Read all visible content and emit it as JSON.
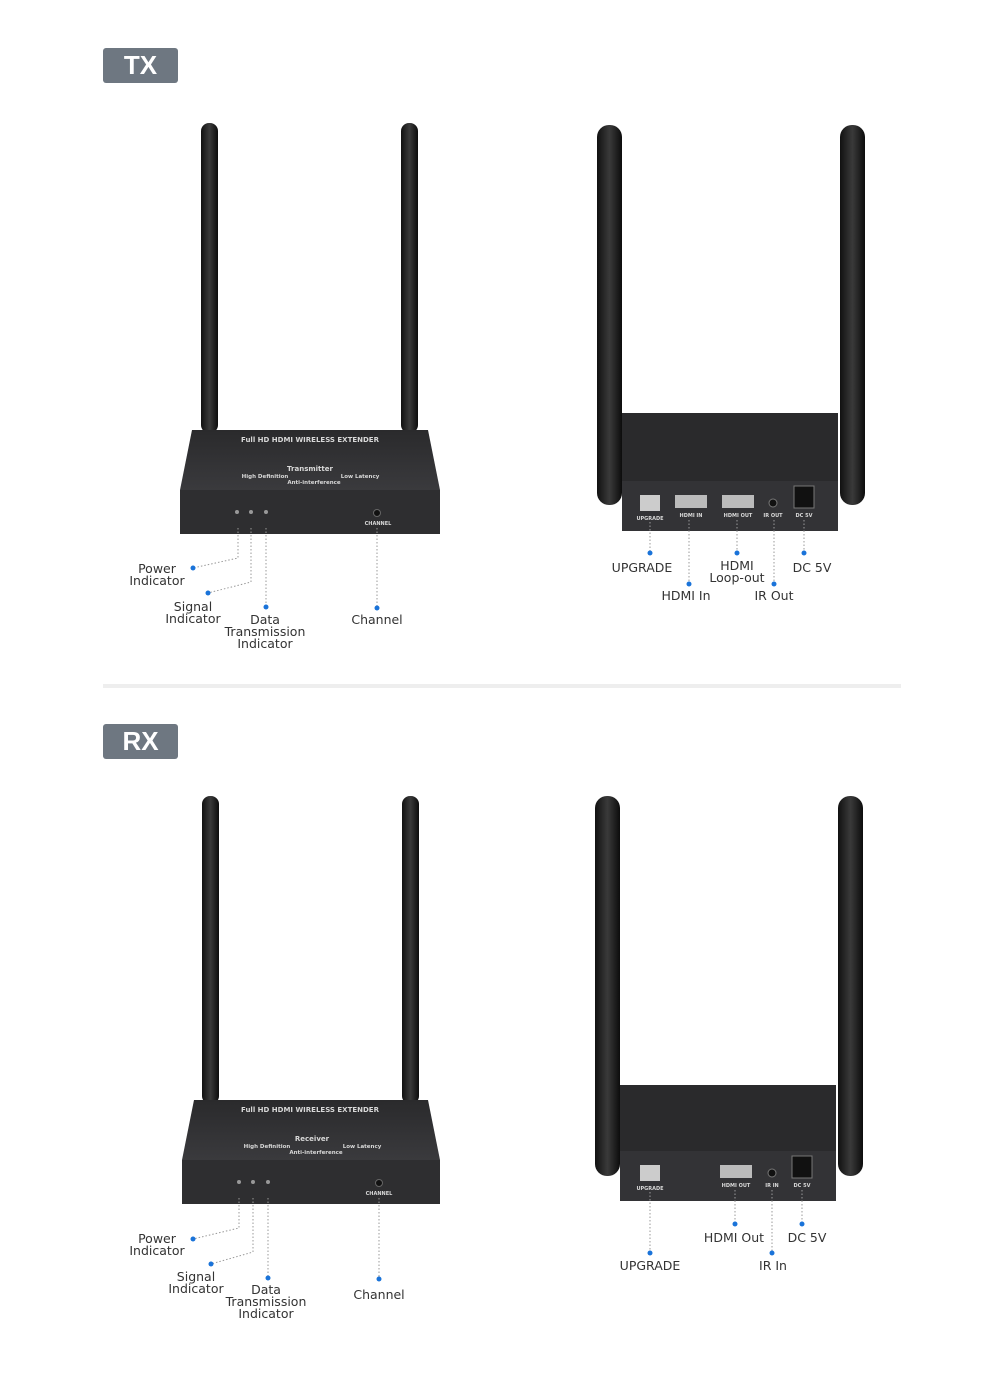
{
  "tx": {
    "badge": "TX",
    "front": {
      "device_title": "Full HD HDMI WIRELESS EXTENDER",
      "device_role": "Transmitter",
      "feature_1": "High Definition",
      "feature_2": "Low Latency",
      "feature_3": "Anti-interference",
      "channel_silk": "CHANNEL",
      "labels": {
        "power": "Power\nIndicator",
        "signal": "Signal\nIndicator",
        "data": "Data\nTransmission\nIndicator",
        "channel": "Channel"
      }
    },
    "back": {
      "ports": [
        "UPGRADE",
        "HDMI IN",
        "HDMI OUT",
        "IR OUT",
        "DC 5V"
      ],
      "labels": {
        "upgrade": "UPGRADE",
        "hdmi_in": "HDMI In",
        "hdmi_loop": "HDMI\nLoop-out",
        "ir_out": "IR Out",
        "dc": "DC 5V"
      }
    }
  },
  "rx": {
    "badge": "RX",
    "front": {
      "device_title": "Full HD HDMI WIRELESS EXTENDER",
      "device_role": "Receiver",
      "feature_1": "High Definition",
      "feature_2": "Low Latency",
      "feature_3": "Anti-interference",
      "channel_silk": "CHANNEL",
      "labels": {
        "power": "Power\nIndicator",
        "signal": "Signal\nIndicator",
        "data": "Data\nTransmission\nIndicator",
        "channel": "Channel"
      }
    },
    "back": {
      "ports": [
        "UPGRADE",
        "HDMI OUT",
        "IR IN",
        "DC 5V"
      ],
      "labels": {
        "upgrade": "UPGRADE",
        "hdmi_out": "HDMI Out",
        "ir_in": "IR In",
        "dc": "DC 5V"
      }
    }
  },
  "colors": {
    "callout": "#1a73d9",
    "badge": "#6e7781",
    "device": "#2b2b2d"
  }
}
